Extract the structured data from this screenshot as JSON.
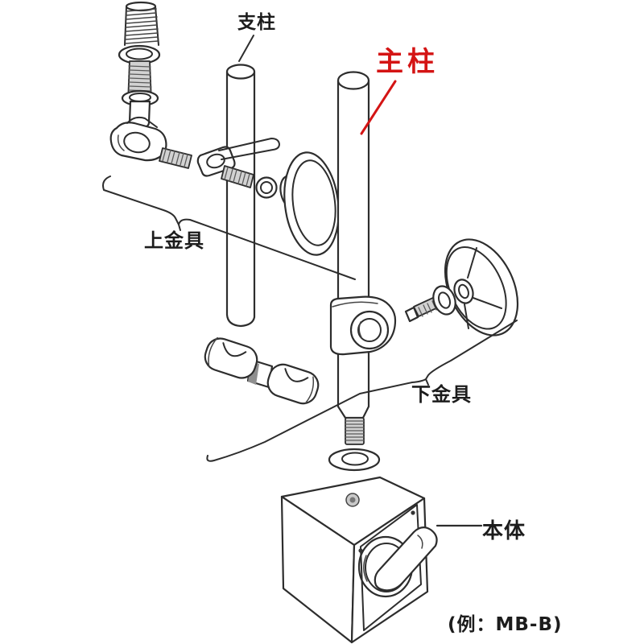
{
  "labels": {
    "support_column": "支柱",
    "main_column": "主柱",
    "upper_fitting": "上金具",
    "lower_fitting": "下金具",
    "body": "本体",
    "example_model": "(例：MB-B)"
  },
  "colors": {
    "line": "#2d2d2d",
    "accent_red": "#d41414",
    "background": "#ffffff"
  }
}
